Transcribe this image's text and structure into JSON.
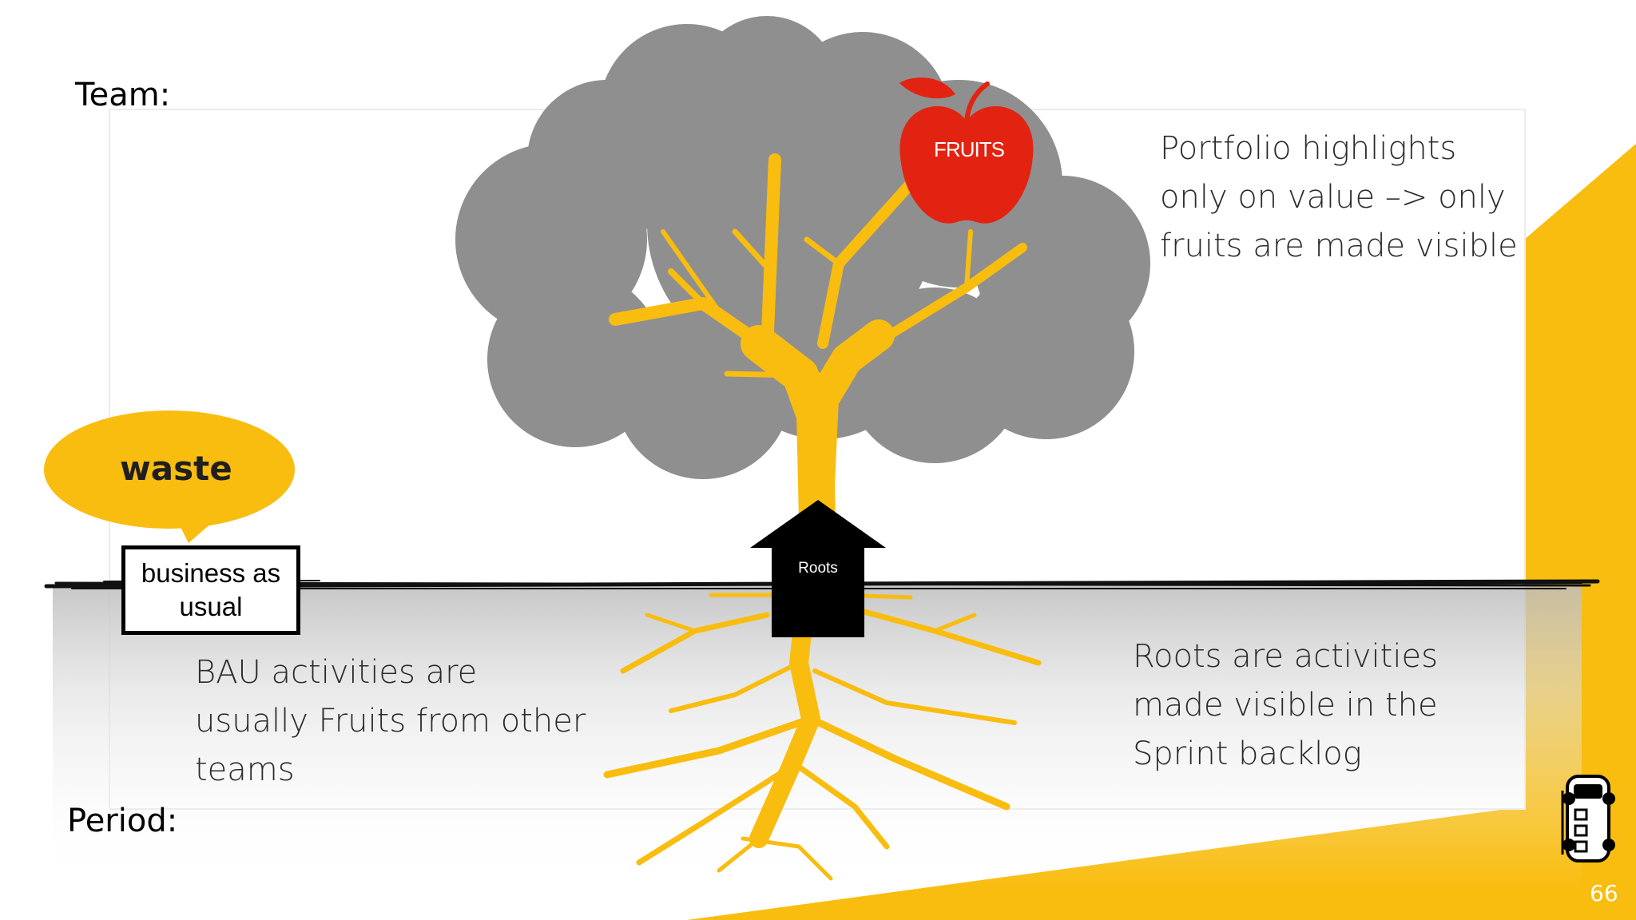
{
  "labels": {
    "team": "Team:",
    "period": "Period:"
  },
  "tree": {
    "fruit_label": "FRUITS",
    "roots_label": "Roots"
  },
  "callouts": {
    "waste": "waste",
    "business_as_usual": "business as usual"
  },
  "texts": {
    "portfolio": "Portfolio highlights only on value –> only fruits are made visible",
    "roots": "Roots are activities made visible in the Sprint backlog",
    "bau": "BAU activities are usually Fruits from other teams"
  },
  "footer": {
    "page_number": "66",
    "logo_icon": "van-icon"
  },
  "colors": {
    "accent_yellow": "#F9BD10",
    "canopy_gray": "#8F8F8F",
    "apple_red": "#E32312",
    "ground_line": "#111111"
  }
}
